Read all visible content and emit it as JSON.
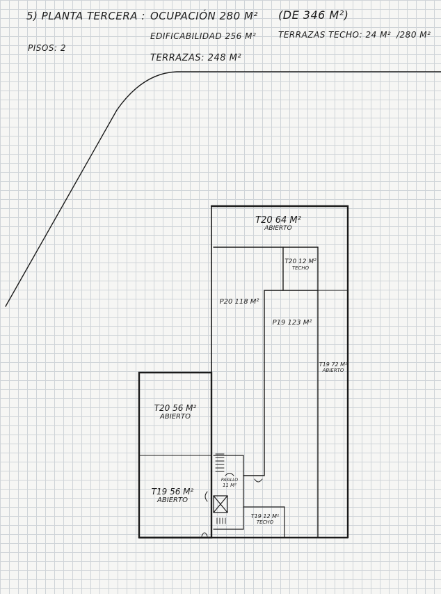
{
  "header": {
    "title": "5) PLANTA TERCERA :",
    "ocupacion": "OCUPACIÓN 280 M²",
    "ocupacion_note": "(DE 346 M²)",
    "edificabilidad": "EDIFICABILIDAD 256 M²",
    "terrazas_techo": "TERRAZAS TECHO: 24 M²",
    "total": "/280 M²",
    "terrazas": "TERRAZAS: 248 M²",
    "pisos": "PISOS: 2"
  },
  "rooms": {
    "t20_top": {
      "name": "T20 64 M²",
      "sub": "ABIERTO"
    },
    "t20_small": {
      "name": "T20 12 M²",
      "sub": "TECHO"
    },
    "p20": {
      "name": "P20 118 M²"
    },
    "p19": {
      "name": "P19 123 M²"
    },
    "t19_right": {
      "name": "T19 72 M²",
      "sub": "ABIERTO"
    },
    "t20_left": {
      "name": "T20 56 M²",
      "sub": "ABIERTO"
    },
    "t19_left": {
      "name": "T19 56 M²",
      "sub": "ABIERTO"
    },
    "pasillo": {
      "name": "PASILLO",
      "area": "11 M²"
    },
    "t19_small": {
      "name": "T19 12 M²",
      "sub": "TECHO"
    }
  }
}
